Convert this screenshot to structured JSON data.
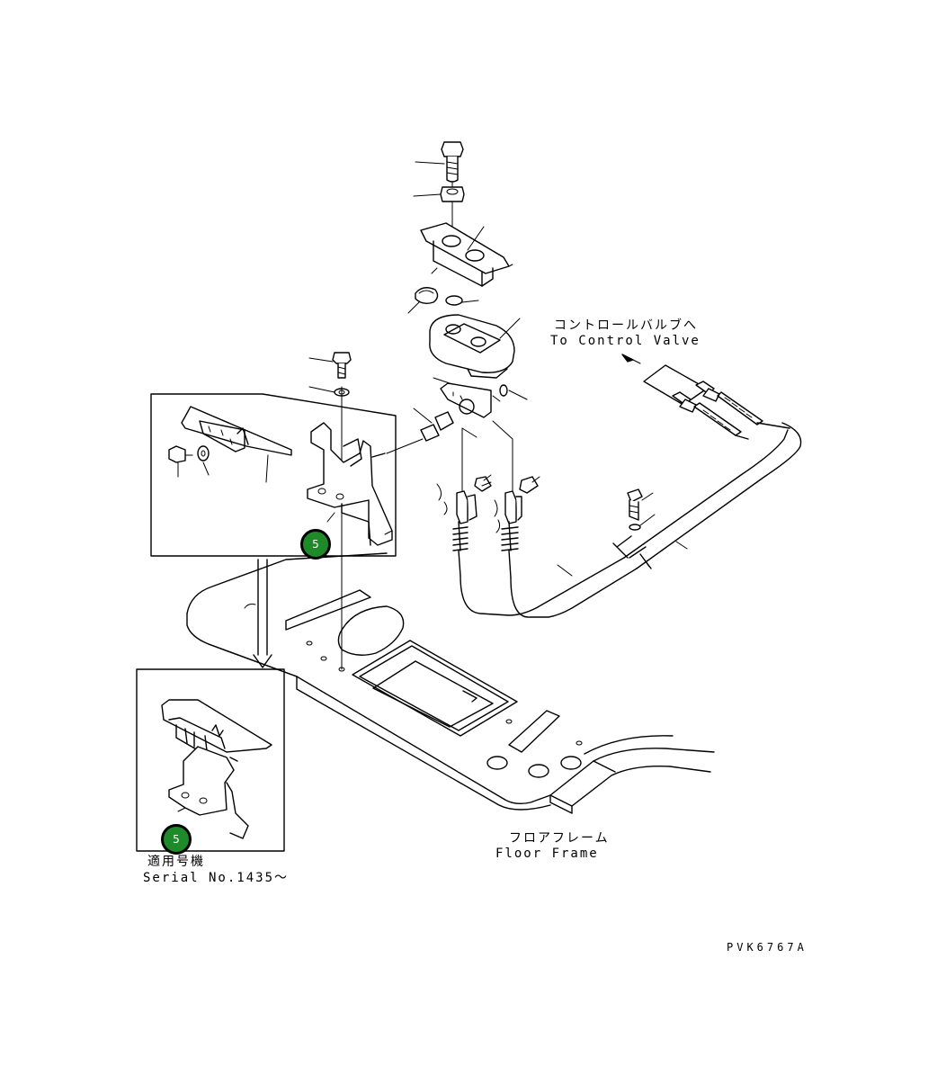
{
  "labels": {
    "control_valve_jp": "コントロールバルブへ",
    "control_valve_en": "To Control Valve",
    "floor_frame_jp": "フロアフレーム",
    "floor_frame_en": "Floor Frame",
    "serial_jp": "適用号機",
    "serial_en": "Serial No.1435～",
    "drawing_code": "PVK6767A"
  },
  "callouts": [
    {
      "number": "5",
      "color": "#1e8a2a"
    },
    {
      "number": "5",
      "color": "#1e8a2a"
    }
  ]
}
